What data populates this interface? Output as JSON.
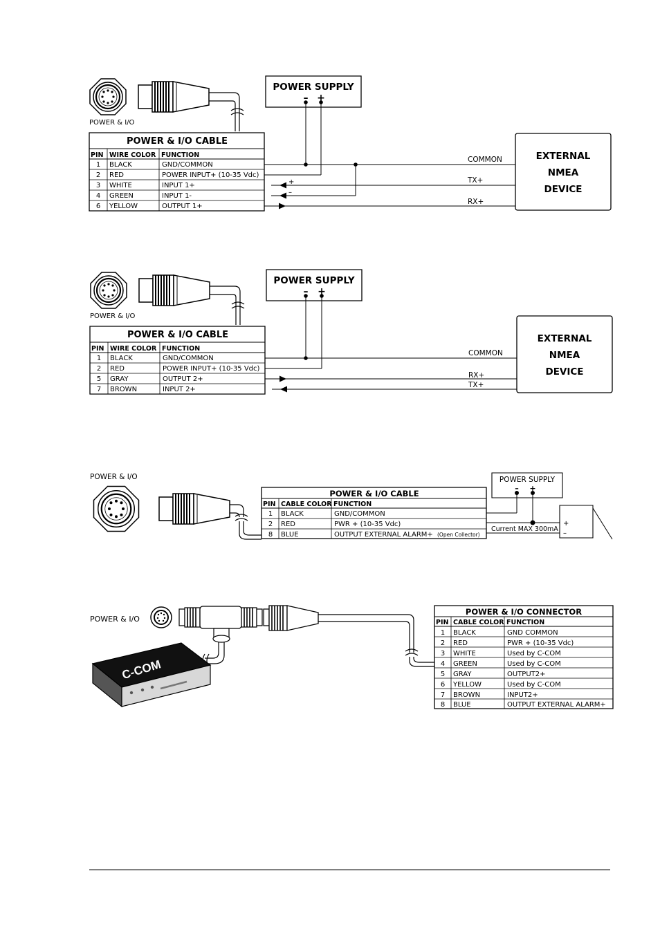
{
  "diagram1": {
    "connector_label": "POWER & I/O",
    "cable_title": "POWER & I/O CABLE",
    "headers": [
      "PIN",
      "WIRE COLOR",
      "FUNCTION"
    ],
    "rows": [
      [
        "1",
        "BLACK",
        "GND/COMMON"
      ],
      [
        "2",
        "RED",
        "POWER INPUT+ (10-35 Vdc)"
      ],
      [
        "3",
        "WHITE",
        "INPUT 1+"
      ],
      [
        "4",
        "GREEN",
        "INPUT 1-"
      ],
      [
        "6",
        "YELLOW",
        "OUTPUT 1+"
      ]
    ],
    "power_supply": {
      "title": "POWER SUPPLY",
      "minus": "–",
      "plus": "+"
    },
    "device": [
      "EXTERNAL",
      "NMEA",
      "DEVICE"
    ],
    "signals": [
      "COMMON",
      "TX+",
      "RX+"
    ],
    "polarity": [
      "+",
      "–"
    ]
  },
  "diagram2": {
    "connector_label": "POWER & I/O",
    "cable_title": "POWER & I/O CABLE",
    "headers": [
      "PIN",
      "WIRE COLOR",
      "FUNCTION"
    ],
    "rows": [
      [
        "1",
        "BLACK",
        "GND/COMMON"
      ],
      [
        "2",
        "RED",
        "POWER INPUT+ (10-35 Vdc)"
      ],
      [
        "5",
        "GRAY",
        "OUTPUT 2+"
      ],
      [
        "7",
        "BROWN",
        "INPUT 2+"
      ]
    ],
    "power_supply": {
      "title": "POWER SUPPLY",
      "minus": "–",
      "plus": "+"
    },
    "device": [
      "EXTERNAL",
      "NMEA",
      "DEVICE"
    ],
    "signals": [
      "COMMON",
      "RX+",
      "TX+"
    ]
  },
  "diagram3": {
    "connector_label": "POWER & I/O",
    "cable_title": "POWER & I/O CABLE",
    "headers": [
      "PIN",
      "CABLE COLOR",
      "FUNCTION"
    ],
    "rows": [
      [
        "1",
        "BLACK",
        "GND/COMMON"
      ],
      [
        "2",
        "RED",
        "PWR + (10-35 Vdc)"
      ],
      [
        "8",
        "BLUE",
        "OUTPUT EXTERNAL ALARM+"
      ]
    ],
    "open_collector_note": "(Open Collector)",
    "power_supply": {
      "title": "POWER SUPPLY",
      "minus": "–",
      "plus": "+"
    },
    "current_note": "Current MAX 300mA",
    "load_polarity": [
      "+",
      "–"
    ]
  },
  "diagram4": {
    "connector_label": "POWER & I/O",
    "device_label": "C-COM",
    "table_title": "POWER & I/O CONNECTOR",
    "headers": [
      "PIN",
      "CABLE COLOR",
      "FUNCTION"
    ],
    "rows": [
      [
        "1",
        "BLACK",
        "GND COMMON"
      ],
      [
        "2",
        "RED",
        "PWR + (10-35 Vdc)"
      ],
      [
        "3",
        "WHITE",
        "Used by C-COM"
      ],
      [
        "4",
        "GREEN",
        "Used by C-COM"
      ],
      [
        "5",
        "GRAY",
        "OUTPUT2+"
      ],
      [
        "6",
        "YELLOW",
        "Used by C-COM"
      ],
      [
        "7",
        "BROWN",
        "INPUT2+"
      ],
      [
        "8",
        "BLUE",
        "OUTPUT EXTERNAL ALARM+"
      ]
    ]
  },
  "icons": [
    "connector-socket-icon",
    "cable-plug-icon",
    "cable-break-icon",
    "arrow-icon",
    "c-com-box-icon"
  ]
}
